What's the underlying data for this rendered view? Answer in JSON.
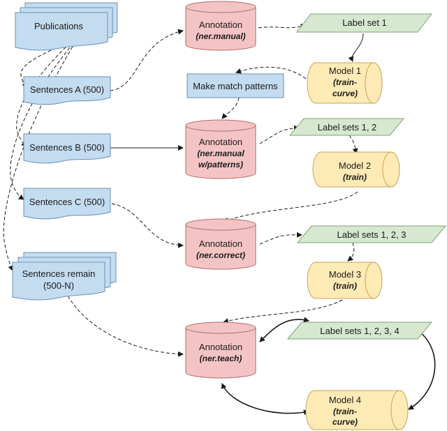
{
  "colors": {
    "doc_fill": "#c4dcf0",
    "doc_stroke": "#6a8fb5",
    "annotation_fill": "#f4c4c4",
    "annotation_stroke": "#b26a6a",
    "model_fill": "#fdeab5",
    "model_stroke": "#c9a45a",
    "labelset_fill": "#d6e8cf",
    "labelset_stroke": "#7ea474",
    "edge": "#1a1a1a"
  },
  "documents": {
    "publications": "Publications",
    "sentences_a": "Sentences A (500)",
    "sentences_b": "Sentences B (500)",
    "sentences_c": "Sentences C (500)",
    "remain_line1": "Sentences remain",
    "remain_line2": "(500-N)"
  },
  "patterns_box": "Make match patterns",
  "annotations": [
    {
      "title": "Annotation",
      "recipe": [
        "(ner.manual)"
      ]
    },
    {
      "title": "Annotation",
      "recipe": [
        "(ner.manual",
        "w/patterns)"
      ]
    },
    {
      "title": "Annotation",
      "recipe": [
        "(ner.correct)"
      ]
    },
    {
      "title": "Annotation",
      "recipe": [
        "(ner.teach)"
      ]
    }
  ],
  "label_sets": [
    "Label set 1",
    "Label sets 1, 2",
    "Label sets 1, 2, 3",
    "Label sets 1, 2, 3, 4"
  ],
  "models": [
    {
      "title": "Model 1",
      "recipe": [
        "(train-",
        "curve)"
      ]
    },
    {
      "title": "Model 2",
      "recipe": [
        "(train)"
      ]
    },
    {
      "title": "Model 3",
      "recipe": [
        "(train)"
      ]
    },
    {
      "title": "Model 4",
      "recipe": [
        "(train-",
        "curve)"
      ]
    }
  ]
}
